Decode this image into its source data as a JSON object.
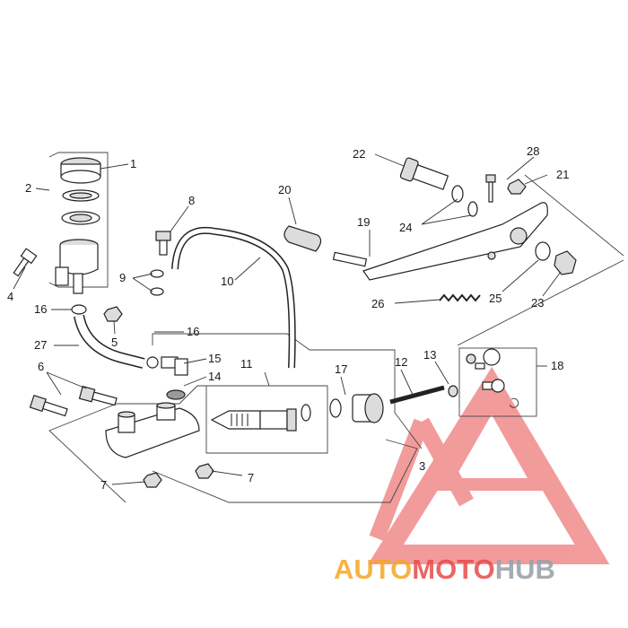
{
  "diagram": {
    "callouts": [
      {
        "id": "c1",
        "text": "1"
      },
      {
        "id": "c2",
        "text": "2"
      },
      {
        "id": "c3",
        "text": "3"
      },
      {
        "id": "c4",
        "text": "4"
      },
      {
        "id": "c5",
        "text": "5"
      },
      {
        "id": "c6",
        "text": "6"
      },
      {
        "id": "c7a",
        "text": "7"
      },
      {
        "id": "c7b",
        "text": "7"
      },
      {
        "id": "c8",
        "text": "8"
      },
      {
        "id": "c9",
        "text": "9"
      },
      {
        "id": "c10",
        "text": "10"
      },
      {
        "id": "c11",
        "text": "11"
      },
      {
        "id": "c12",
        "text": "12"
      },
      {
        "id": "c13",
        "text": "13"
      },
      {
        "id": "c14",
        "text": "14"
      },
      {
        "id": "c15",
        "text": "15"
      },
      {
        "id": "c16a",
        "text": "16"
      },
      {
        "id": "c16b",
        "text": "16"
      },
      {
        "id": "c17",
        "text": "17"
      },
      {
        "id": "c18",
        "text": "18"
      },
      {
        "id": "c19",
        "text": "19"
      },
      {
        "id": "c20",
        "text": "20"
      },
      {
        "id": "c21",
        "text": "21"
      },
      {
        "id": "c22",
        "text": "22"
      },
      {
        "id": "c23",
        "text": "23"
      },
      {
        "id": "c24",
        "text": "24"
      },
      {
        "id": "c25",
        "text": "25"
      },
      {
        "id": "c26",
        "text": "26"
      },
      {
        "id": "c27",
        "text": "27"
      },
      {
        "id": "c28",
        "text": "28"
      }
    ]
  },
  "watermark": {
    "part1": "AUTO",
    "part2": "MOTO",
    "part3": "HUB",
    "colors": {
      "red": "#e84a4a",
      "orange": "#f5a623",
      "gray": "#9aa3ab"
    }
  }
}
